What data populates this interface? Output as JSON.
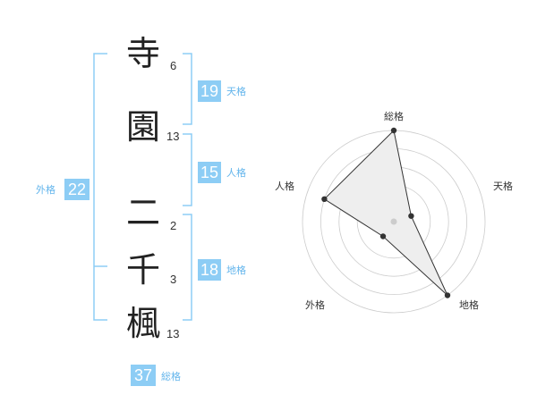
{
  "name": {
    "chars": [
      {
        "char": "寺",
        "strokes": "6"
      },
      {
        "char": "園",
        "strokes": "13"
      },
      {
        "char": "二",
        "strokes": "2"
      },
      {
        "char": "千",
        "strokes": "3"
      },
      {
        "char": "楓",
        "strokes": "13"
      }
    ]
  },
  "fortunes": {
    "tenkaku": {
      "value": "19",
      "label": "天格"
    },
    "jinkaku": {
      "value": "15",
      "label": "人格"
    },
    "chikaku": {
      "value": "18",
      "label": "地格"
    },
    "gaikaku": {
      "value": "22",
      "label": "外格"
    },
    "soukaku": {
      "value": "37",
      "label": "総格"
    }
  },
  "colors": {
    "accent": "#8dcdf5",
    "label": "#63b5ec",
    "bracket": "#8dcdf5",
    "radar_fill": "#eeeeee",
    "radar_ring": "#cccccc"
  },
  "chart_data": {
    "type": "radar",
    "axes": [
      "総格",
      "天格",
      "地格",
      "外格",
      "人格"
    ],
    "values": [
      5,
      1,
      5,
      1,
      4
    ],
    "max": 5,
    "rings": 5
  }
}
